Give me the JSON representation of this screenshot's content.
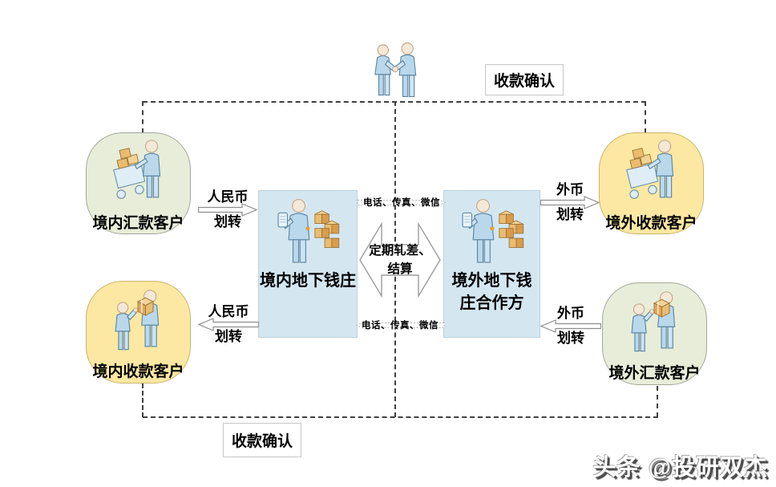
{
  "confirmations": {
    "top": "收款确认",
    "bottom": "收款确认"
  },
  "customers": {
    "domestic_sender": {
      "label": "境内汇款客户"
    },
    "domestic_receiver": {
      "label": "境内收款客户"
    },
    "overseas_receiver": {
      "label": "境外收款客户"
    },
    "overseas_sender": {
      "label": "境外汇款客户"
    }
  },
  "banks": {
    "domestic": {
      "label": "境内地下钱庄"
    },
    "overseas": {
      "label_line1": "境外地下钱",
      "label_line2": "庄合作方"
    }
  },
  "flows": {
    "rmb": {
      "line1": "人民币",
      "line2": "划转"
    },
    "fx": {
      "line1": "外币",
      "line2": "划转"
    },
    "comm": {
      "label": "电话、传真、微信"
    },
    "settlement": {
      "line1": "定期轧差、",
      "line2": "结算"
    }
  },
  "watermark": {
    "text": "头条 @投研双杰"
  },
  "icons": {
    "top_center": "handshake-people-icon",
    "customer_send": "customer-with-cart-icon",
    "customer_receive": "people-exchanging-box-icon",
    "bank": "dealer-with-phone-and-crates-icon"
  },
  "colors": {
    "customer_green": "#e7edd9",
    "customer_yellow": "#fce8a2",
    "bank_blue": "#d4e7f1",
    "dash_line": "#3f3f3f",
    "crate_orange": "#eabc70",
    "person_blue": "#b9d8ec"
  }
}
